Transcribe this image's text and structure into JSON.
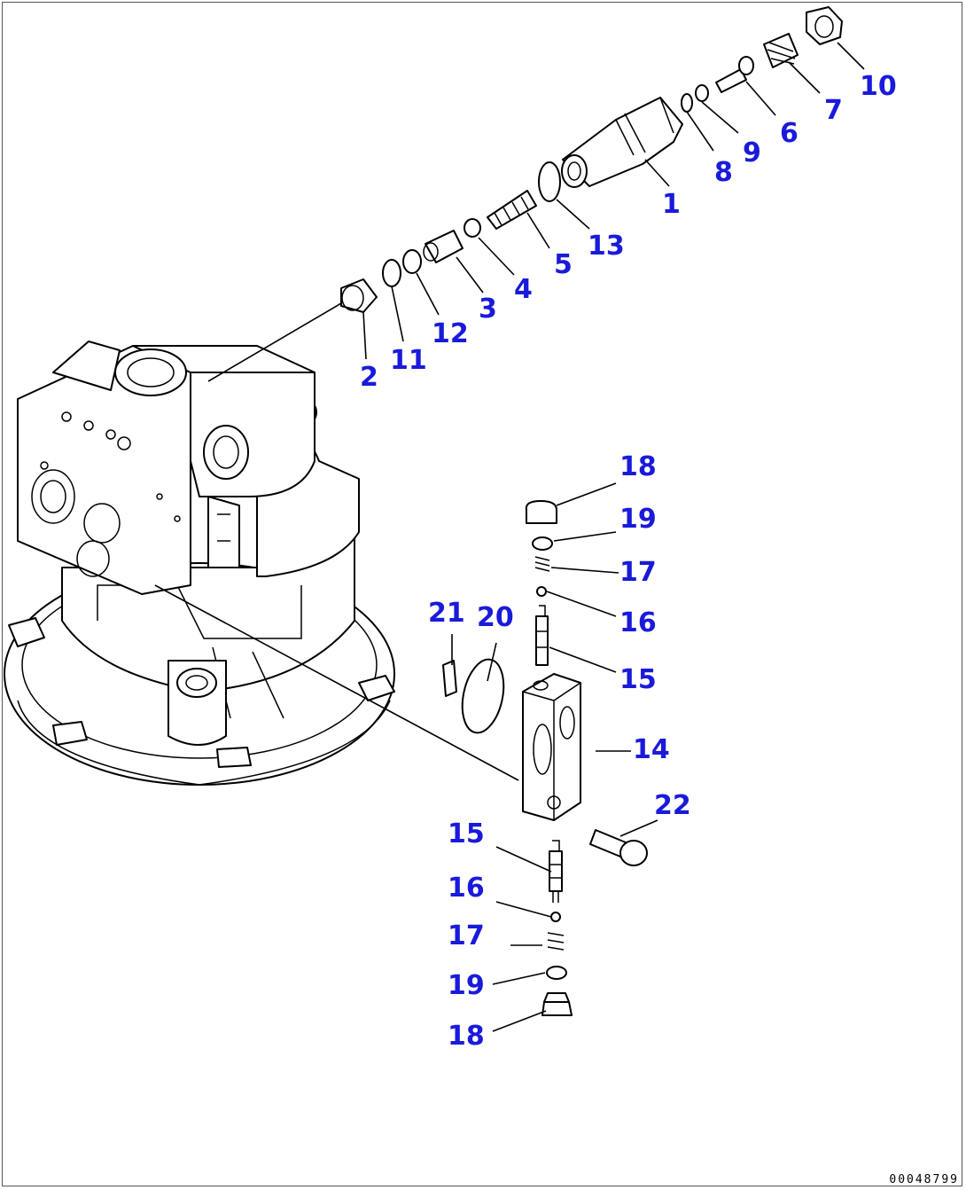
{
  "callouts": [
    {
      "id": "1",
      "label": "1"
    },
    {
      "id": "2",
      "label": "2"
    },
    {
      "id": "3",
      "label": "3"
    },
    {
      "id": "4",
      "label": "4"
    },
    {
      "id": "5",
      "label": "5"
    },
    {
      "id": "6",
      "label": "6"
    },
    {
      "id": "7",
      "label": "7"
    },
    {
      "id": "8",
      "label": "8"
    },
    {
      "id": "9",
      "label": "9"
    },
    {
      "id": "10",
      "label": "10"
    },
    {
      "id": "11",
      "label": "11"
    },
    {
      "id": "12",
      "label": "12"
    },
    {
      "id": "13",
      "label": "13"
    },
    {
      "id": "14",
      "label": "14"
    },
    {
      "id": "15a",
      "label": "15"
    },
    {
      "id": "16a",
      "label": "16"
    },
    {
      "id": "17a",
      "label": "17"
    },
    {
      "id": "18a",
      "label": "18"
    },
    {
      "id": "19a",
      "label": "19"
    },
    {
      "id": "20",
      "label": "20"
    },
    {
      "id": "21",
      "label": "21"
    },
    {
      "id": "22",
      "label": "22"
    },
    {
      "id": "15b",
      "label": "15"
    },
    {
      "id": "16b",
      "label": "16"
    },
    {
      "id": "17b",
      "label": "17"
    },
    {
      "id": "18b",
      "label": "18"
    },
    {
      "id": "19b",
      "label": "19"
    }
  ],
  "drawing_id": "00048799",
  "colors": {
    "callout": "#1a1adb",
    "line": "#000000",
    "background": "#ffffff"
  }
}
